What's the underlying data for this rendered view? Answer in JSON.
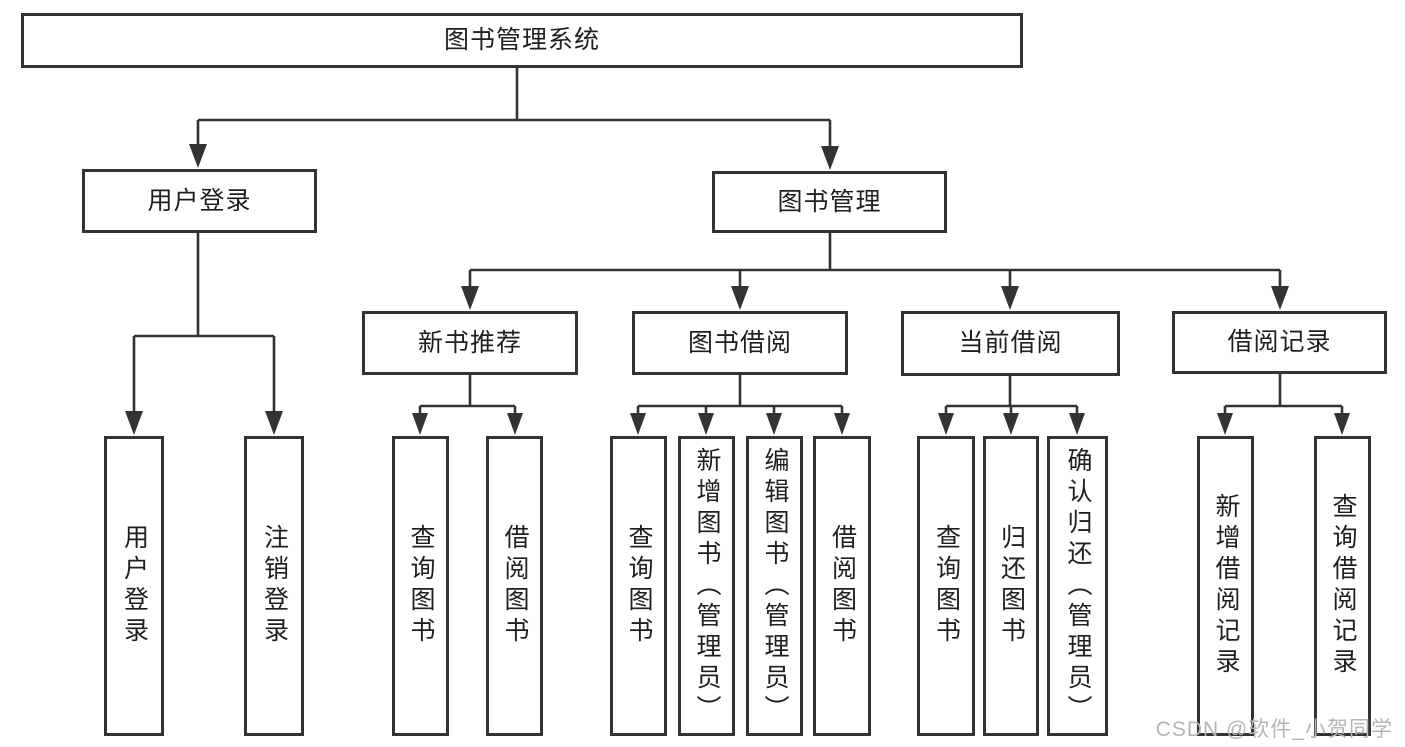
{
  "diagram": {
    "root": "图书管理系统",
    "level2": {
      "user_login": "用户登录",
      "book_mgmt": "图书管理"
    },
    "level3": {
      "new_books": "新书推荐",
      "book_borrow": "图书借阅",
      "current_borrow": "当前借阅",
      "borrow_records": "借阅记录"
    },
    "leaves": {
      "login": "用户登录",
      "logout": "注销登录",
      "nb_query": "查询图书",
      "nb_borrow": "借阅图书",
      "bb_query": "查询图书",
      "bb_add": "新增图书（管理员）",
      "bb_edit": "编辑图书（管理员）",
      "bb_borrow": "借阅图书",
      "cb_query": "查询图书",
      "cb_return": "归还图书",
      "cb_confirm": "确认归还（管理员）",
      "br_add": "新增借阅记录",
      "br_query": "查询借阅记录"
    }
  },
  "watermark": "CSDN @软件_小贺同学",
  "colors": {
    "line": "#333333",
    "text": "#1f1f1f",
    "watermark": "#b5b5b5",
    "background": "#ffffff"
  }
}
